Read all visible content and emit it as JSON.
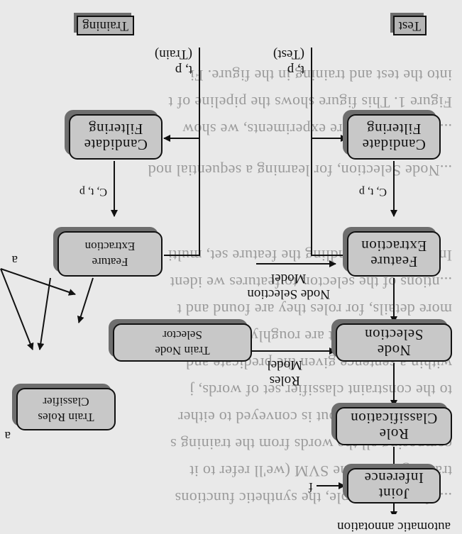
{
  "background_text": [
    "...ed as an example, the synthetic functions",
    "training set for the SVM (we'll refer to it",
    "composing all the words from the training s",
    "elements of the input is conveyed to either",
    "to the constraint classifier set of words, j",
    "within a sentence given the predicate and",
    "ongoing issues that are roughly defined as t",
    "more details, for roles they are found and t",
    "...ntions of the selector, to features we ident",
    "In the case of handling the feature set, multi",
    "...Node Selection, for learning a sequential nod",
    "...into all and more experiments, we show",
    "Figure 1. This figure shows the pipeline of t",
    "into the test and training in the figure. Fi"
  ],
  "labels": {
    "training": "Training",
    "test": "Test",
    "train_input_top": "t, p",
    "train_input_bottom": "(Train)",
    "test_input_top": "t, p",
    "test_input_bottom": "(Test)",
    "train_ctp": "C, t, p",
    "test_ctp": "C, t, p",
    "train_a_top": "a",
    "train_a_bottom": "a",
    "node_model_top": "Node Selection",
    "node_model_bottom": "Model",
    "roles_model_top": "Roles",
    "roles_model_bottom": "Model",
    "joint_input": "f",
    "output": "automatic annotation"
  },
  "boxes": {
    "train_candidate": [
      "Candidate",
      "Filtering"
    ],
    "train_feature": [
      "Feature",
      "Extraction"
    ],
    "train_node": [
      "Train Node",
      "Selector"
    ],
    "train_roles": [
      "Train Roles",
      "Classifier"
    ],
    "test_candidate": [
      "Candidate",
      "Filtering"
    ],
    "test_feature": [
      "Feature",
      "Extraction"
    ],
    "test_node": [
      "Node",
      "Selection"
    ],
    "test_role": [
      "Role",
      "Classification"
    ],
    "test_joint": [
      "Joint",
      "Inference"
    ]
  }
}
